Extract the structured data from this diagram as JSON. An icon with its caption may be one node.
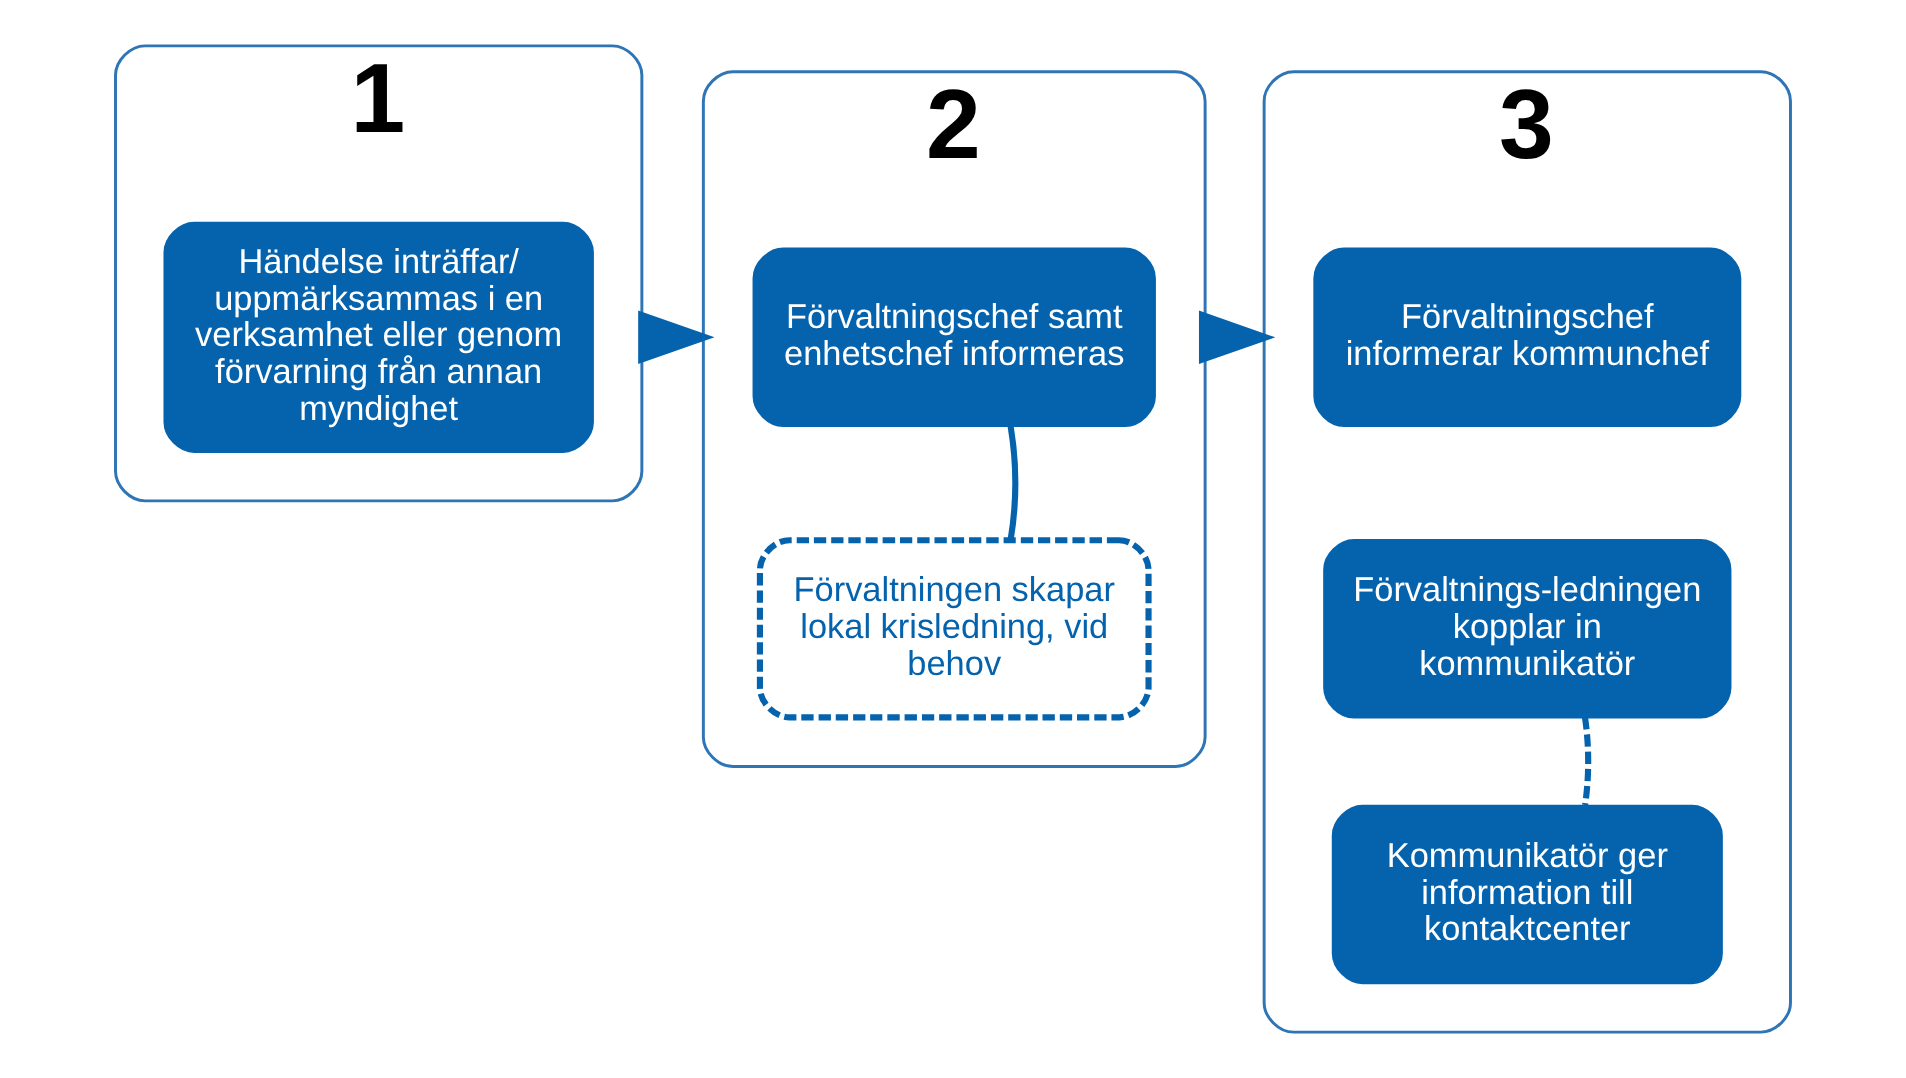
{
  "diagram": {
    "nodes": [
      {
        "text": [
          "1"
        ]
      },
      {
        "text": [
          "Händelse inträffar/ uppmärksammas i en verksamhet eller genom förvarning från annan myndighet"
        ],
        "in": 0
      },
      {
        "text": [
          "2"
        ]
      },
      {
        "text": [
          "Förvaltningschef samt enhetschef informeras"
        ],
        "in": 2
      },
      {
        "text": [
          "Förvaltningen skapar lokal krisledning, vid behov"
        ],
        "in": 2
      },
      {
        "text": [
          "3"
        ]
      },
      {
        "text": [
          "Förvaltningschef informerar kommunchef"
        ],
        "in": 5
      },
      {
        "text": [
          "Förvaltnings-ledningen kopplar in kommunikatör"
        ],
        "in": 5
      },
      {
        "text": [
          "Kommunikatör ger information till kontaktcenter"
        ],
        "in": 5
      }
    ],
    "edges": [
      {
        "from": 0,
        "to": 2,
        "arrow": "to"
      },
      {
        "from": 2,
        "to": 5,
        "arrow": "to"
      },
      {
        "from": 3,
        "to": 4,
        "arrow": "none"
      },
      {
        "from": 7,
        "to": 8,
        "arrow": "none",
        "style": "dashed"
      }
    ]
  }
}
